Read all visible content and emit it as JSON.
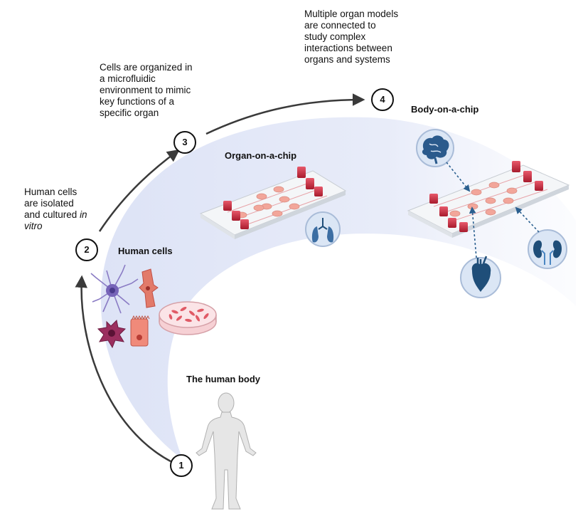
{
  "steps": [
    {
      "number": "1"
    },
    {
      "number": "2"
    },
    {
      "number": "3"
    },
    {
      "number": "4"
    }
  ],
  "captions": {
    "step2": {
      "line1": "Human cells",
      "line2": "are isolated",
      "line3_prefix": "and cultured ",
      "line3_italic": "in",
      "line4_italic": "vitro"
    },
    "step3": {
      "line1": "Cells are organized in",
      "line2": "a microfluidic",
      "line3": "environment to mimic",
      "line4": "key functions of a",
      "line5": "specific organ"
    },
    "step4": {
      "line1": "Multiple organ models",
      "line2": "are connected to",
      "line3": "study complex",
      "line4": "interactions between",
      "line5": "organs and systems"
    }
  },
  "labels": {
    "human_body": "The human body",
    "human_cells": "Human cells",
    "organ_chip": "Organ-on-a-chip",
    "body_chip": "Body-on-a-chip"
  },
  "colors": {
    "band": "#e4e9f8",
    "arrow": "#3a3a3a",
    "chip_well": "#c9293b",
    "chip_chamber": "#f2a69a",
    "organ_icon_bg": "#dbe6f5",
    "organ_icon": "#1f4e79",
    "dashed_arrow": "#2a5f8f"
  },
  "icons": [
    "human-figure-icon",
    "neuron-icon",
    "cardiomyocyte-icon",
    "macrophage-icon",
    "epithelial-cell-icon",
    "petri-dish-icon",
    "lungs-icon",
    "brain-icon",
    "heart-icon",
    "kidneys-icon"
  ]
}
